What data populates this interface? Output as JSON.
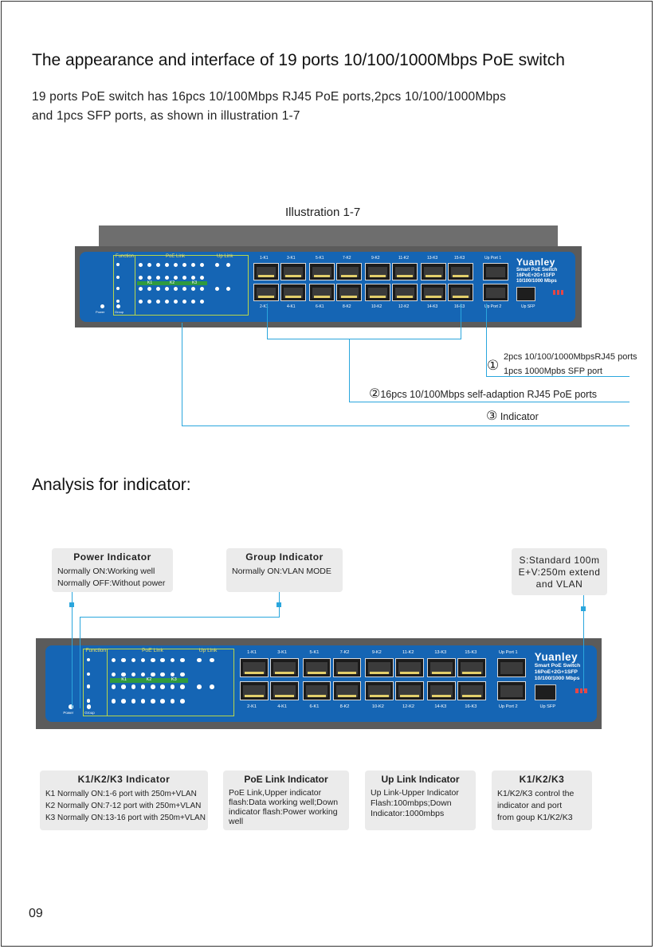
{
  "title": "The appearance and interface of 19 ports 10/100/1000Mbps PoE switch",
  "intro": {
    "line1": "19 ports PoE switch has 16pcs 10/100Mbps RJ45 PoE ports,2pcs 10/100/1000Mbps",
    "line2": "and 1pcs SFP ports, as shown in illustration 1-7"
  },
  "illustration_caption": "Illustration 1-7",
  "callouts": {
    "c1_num": "①",
    "c1_line1": "2pcs 10/100/1000MbpsRJ45 ports",
    "c1_line2": "1pcs 1000Mpbs SFP port",
    "c2_num": "②",
    "c2_text": "16pcs 10/100Mbps self-adaption RJ45 PoE ports",
    "c3_num": "③",
    "c3_text": "Indicator"
  },
  "section2_title": "Analysis for indicator:",
  "switch_panel": {
    "function": "Function",
    "poe_link": "PoE Link",
    "up_link": "Up Link",
    "k_labels": [
      "K1",
      "K2",
      "K3"
    ],
    "top_port_labels": [
      "1-K1",
      "3-K1",
      "5-K1",
      "7-K2",
      "9-K2",
      "11-K2",
      "13-K3",
      "15-K3"
    ],
    "bottom_port_labels": [
      "2-K1",
      "4-K1",
      "6-K1",
      "8-K2",
      "10-K2",
      "12-K2",
      "14-K3",
      "16-K3"
    ],
    "up_port1": "Up Port 1",
    "up_port2": "Up Port 2",
    "up_sfp": "Up SFP",
    "brand": "Yuanley",
    "model1": "Smart PoE  Switch",
    "model2": "16PoE+2G+1SFP",
    "model3": "10/100/1000 Mbps",
    "power": "Power",
    "group": "Group"
  },
  "notes": {
    "power": {
      "title": "Power Indicator",
      "l1": "Normally ON:Working well",
      "l2": "Normally OFF:Without power"
    },
    "group": {
      "title": "Group Indicator",
      "l1": "Normally ON:VLAN MODE"
    },
    "mode": {
      "l1": "S:Standard 100m",
      "l2": "E+V:250m extend",
      "l3": "and VLAN"
    },
    "k": {
      "title": "K1/K2/K3 Indicator",
      "l1": "K1 Normally ON:1-6 port with 250m+VLAN",
      "l2": "K2 Normally ON:7-12 port with 250m+VLAN",
      "l3": "K3 Normally ON:13-16 port with 250m+VLAN"
    },
    "poe": {
      "title": "PoE Link Indicator",
      "l1": "PoE Link,Upper indicator",
      "l2": "flash:Data working well;Down",
      "l3": "indicator flash:Power working",
      "l4": "well"
    },
    "uplink": {
      "title": "Up Link Indicator",
      "l1": "Up Link-Upper Indicator",
      "l2": "Flash:100mbps;Down",
      "l3": "Indicator:1000mbps"
    },
    "kctrl": {
      "title": "K1/K2/K3",
      "l1": "K1/K2/K3 control the",
      "l2": "indicator and port",
      "l3": "from goup K1/K2/K3"
    }
  },
  "page_number": "09",
  "colors": {
    "panel": "#1565b4",
    "chassis": "#5b5b5b",
    "leader": "#2aa6dd",
    "note_bg": "#ebebeb"
  }
}
